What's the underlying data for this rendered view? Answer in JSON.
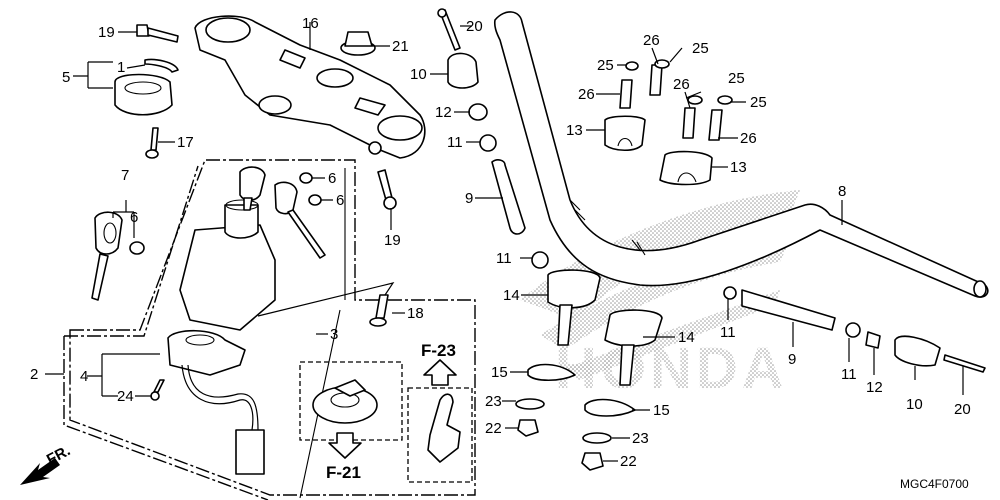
{
  "diagram": {
    "title_code": "MGC4F0700",
    "direction_indicator": "FR.",
    "watermark_text": "HONDA",
    "references": [
      {
        "label": "F-23",
        "direction": "up"
      },
      {
        "label": "F-21",
        "direction": "down"
      }
    ],
    "callouts": [
      {
        "id": "c1",
        "label": "1",
        "part": "circlip"
      },
      {
        "id": "c2",
        "label": "2",
        "part": "ignition-switch-set"
      },
      {
        "id": "c3",
        "label": "3",
        "part": "ignition-switch-subassembly"
      },
      {
        "id": "c4",
        "label": "4",
        "part": "immobilizer-receiver"
      },
      {
        "id": "c5",
        "label": "5",
        "part": "stem-nut"
      },
      {
        "id": "c6a",
        "label": "6",
        "part": "key-transponder"
      },
      {
        "id": "c6b",
        "label": "6",
        "part": "key-transponder"
      },
      {
        "id": "c6c",
        "label": "6",
        "part": "key-transponder"
      },
      {
        "id": "c7",
        "label": "7",
        "part": "blank-key"
      },
      {
        "id": "c8",
        "label": "8",
        "part": "handlebar"
      },
      {
        "id": "c9a",
        "label": "9",
        "part": "handlebar-weight-shaft-left"
      },
      {
        "id": "c9b",
        "label": "9",
        "part": "handlebar-weight-shaft-right"
      },
      {
        "id": "c10a",
        "label": "10",
        "part": "handlebar-end-weight-left"
      },
      {
        "id": "c10b",
        "label": "10",
        "part": "handlebar-end-weight-right"
      },
      {
        "id": "c11a",
        "label": "11",
        "part": "rubber-ring"
      },
      {
        "id": "c11b",
        "label": "11",
        "part": "rubber-ring"
      },
      {
        "id": "c11c",
        "label": "11",
        "part": "rubber-ring"
      },
      {
        "id": "c11d",
        "label": "11",
        "part": "rubber-ring"
      },
      {
        "id": "c12a",
        "label": "12",
        "part": "weight-collar"
      },
      {
        "id": "c12b",
        "label": "12",
        "part": "weight-collar"
      },
      {
        "id": "c13a",
        "label": "13",
        "part": "upper-holder"
      },
      {
        "id": "c13b",
        "label": "13",
        "part": "upper-holder"
      },
      {
        "id": "c14a",
        "label": "14",
        "part": "lower-holder"
      },
      {
        "id": "c14b",
        "label": "14",
        "part": "lower-holder"
      },
      {
        "id": "c15a",
        "label": "15",
        "part": "holder-plate"
      },
      {
        "id": "c15b",
        "label": "15",
        "part": "holder-plate"
      },
      {
        "id": "c16",
        "label": "16",
        "part": "top-bridge"
      },
      {
        "id": "c17",
        "label": "17",
        "part": "bolt"
      },
      {
        "id": "c18",
        "label": "18",
        "part": "shear-bolt"
      },
      {
        "id": "c19a",
        "label": "19",
        "part": "flange-bolt"
      },
      {
        "id": "c19b",
        "label": "19",
        "part": "flange-bolt"
      },
      {
        "id": "c20a",
        "label": "20",
        "part": "screw"
      },
      {
        "id": "c20b",
        "label": "20",
        "part": "screw"
      },
      {
        "id": "c21",
        "label": "21",
        "part": "stem-nut-cap"
      },
      {
        "id": "c22a",
        "label": "22",
        "part": "flange-nut"
      },
      {
        "id": "c22b",
        "label": "22",
        "part": "flange-nut"
      },
      {
        "id": "c23a",
        "label": "23",
        "part": "washer"
      },
      {
        "id": "c23b",
        "label": "23",
        "part": "washer"
      },
      {
        "id": "c24",
        "label": "24",
        "part": "tapping-screw"
      },
      {
        "id": "c25a",
        "label": "25",
        "part": "cap"
      },
      {
        "id": "c25b",
        "label": "25",
        "part": "cap"
      },
      {
        "id": "c25c",
        "label": "25",
        "part": "cap"
      },
      {
        "id": "c25d",
        "label": "25",
        "part": "cap"
      },
      {
        "id": "c26a",
        "label": "26",
        "part": "socket-bolt"
      },
      {
        "id": "c26b",
        "label": "26",
        "part": "socket-bolt"
      },
      {
        "id": "c26c",
        "label": "26",
        "part": "socket-bolt"
      },
      {
        "id": "c26d",
        "label": "26",
        "part": "socket-bolt"
      }
    ]
  }
}
